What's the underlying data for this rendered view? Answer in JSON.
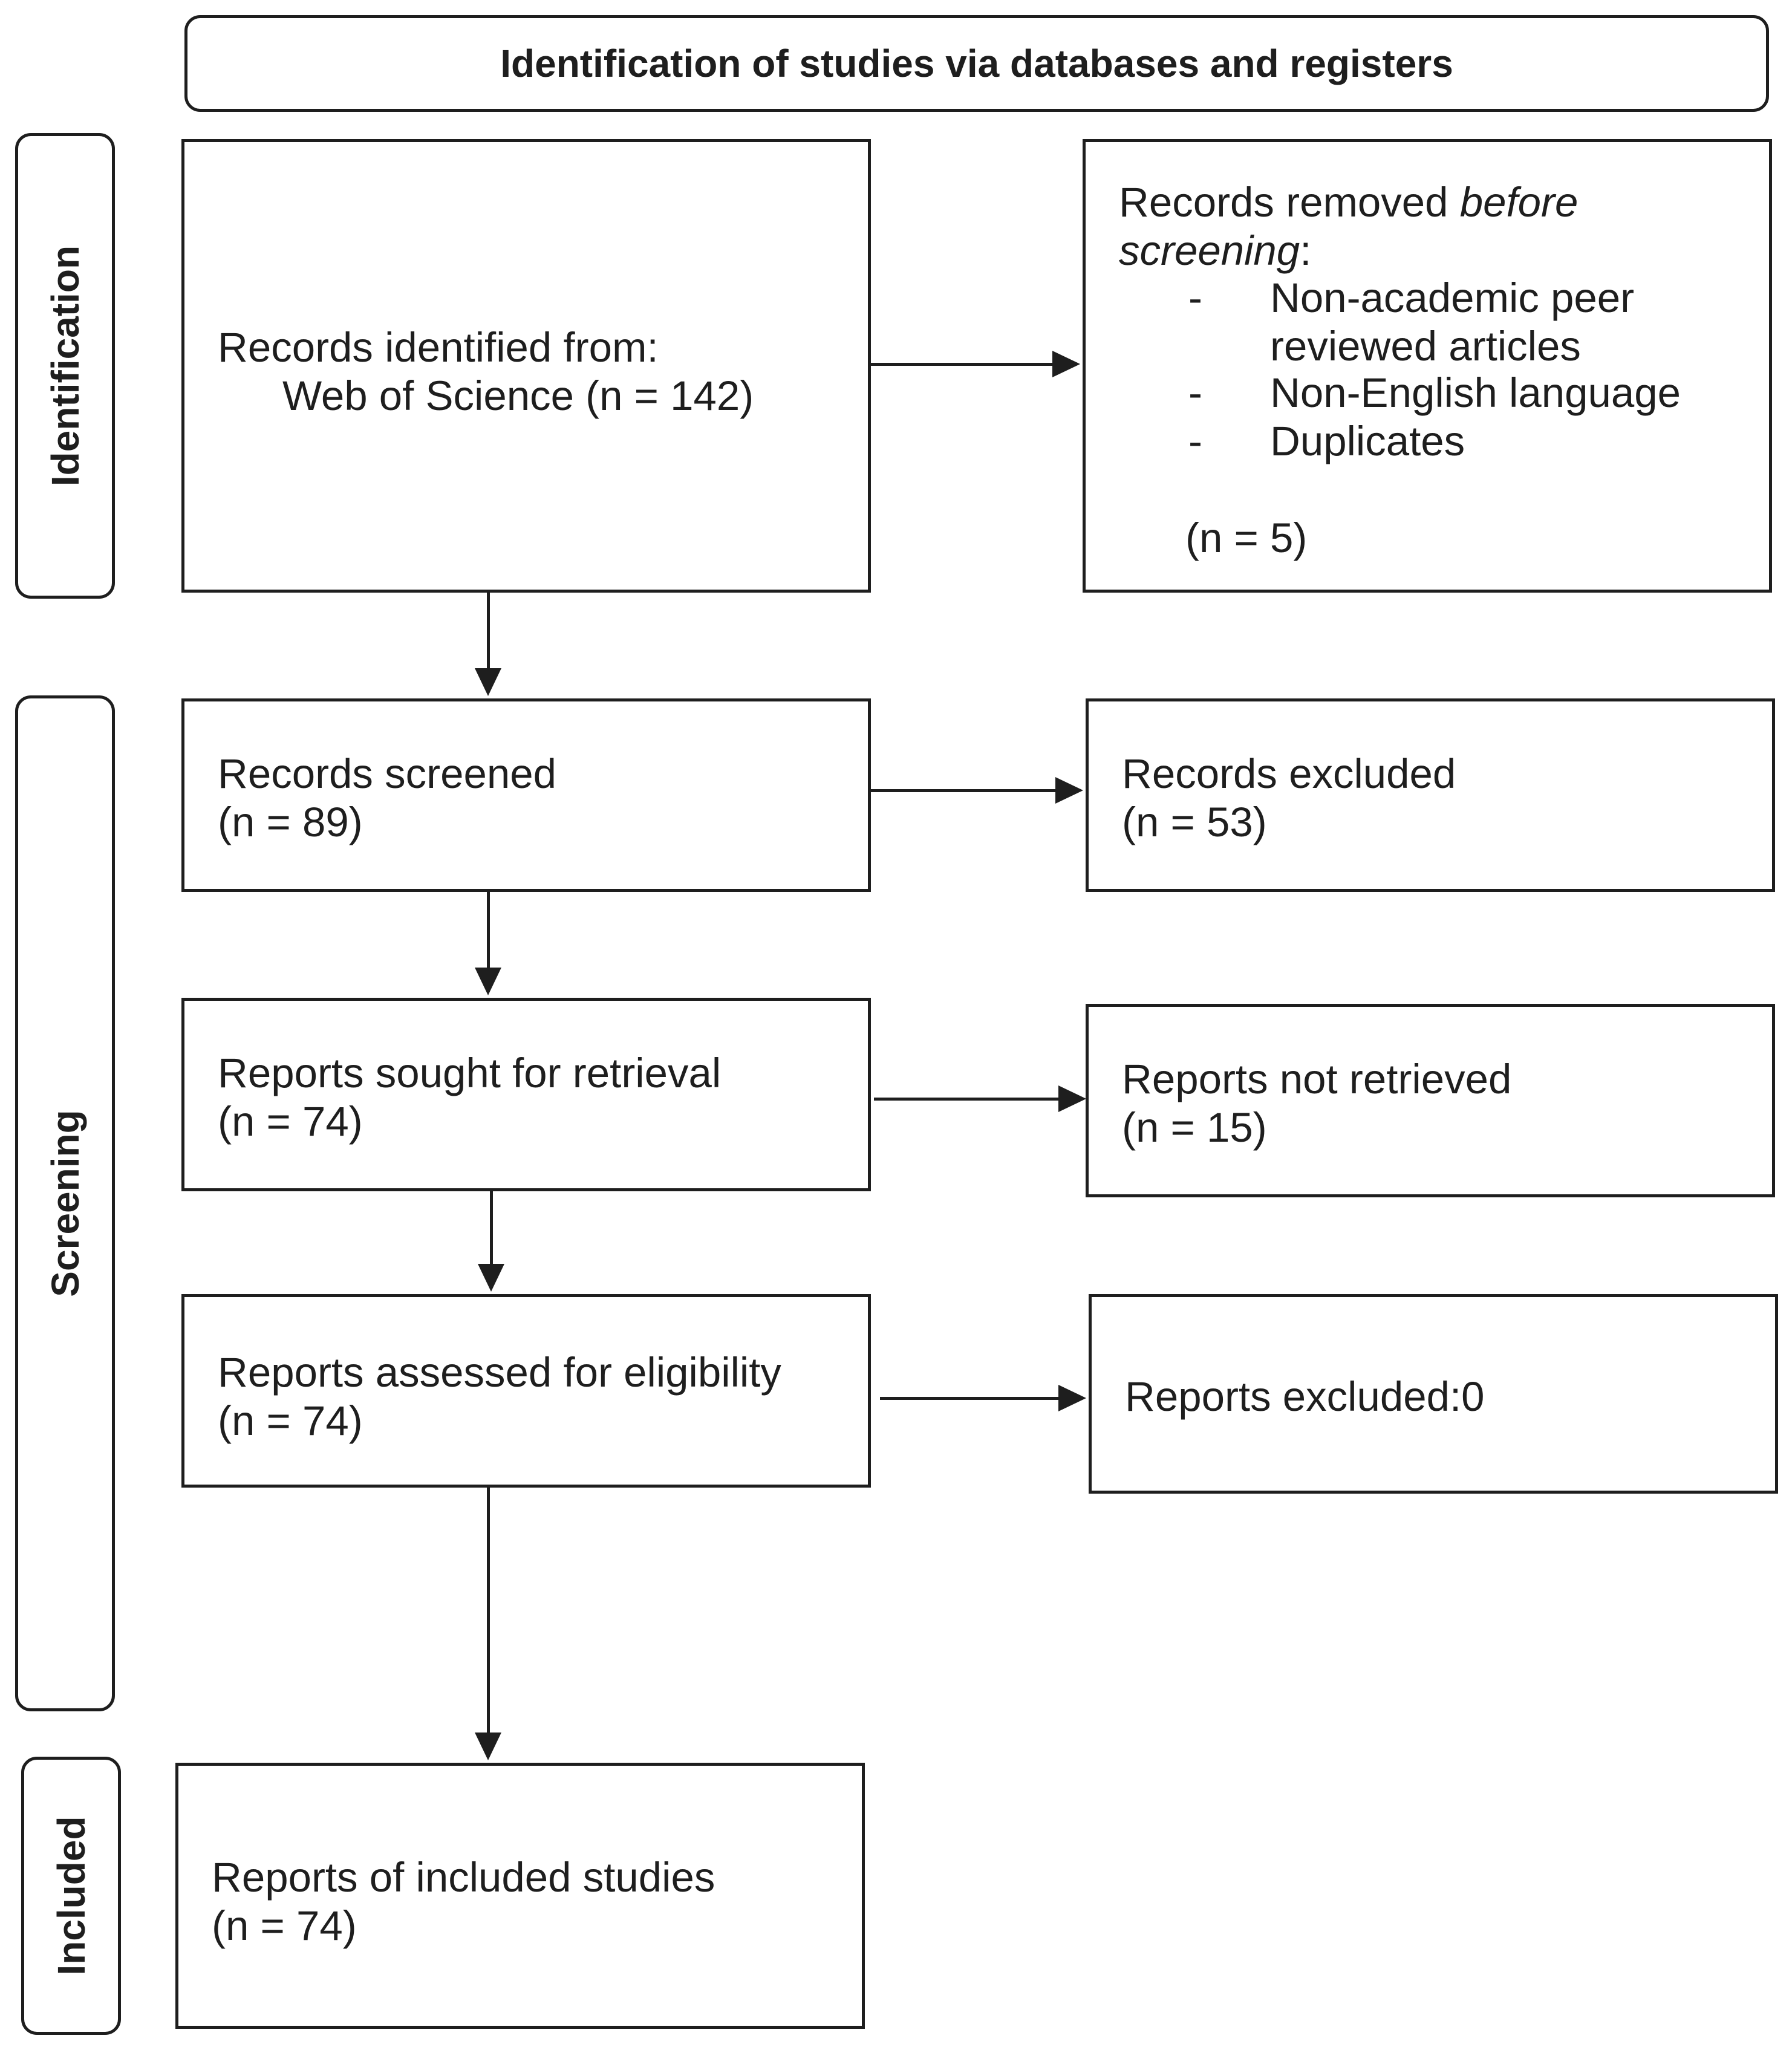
{
  "header": {
    "title": "Identification of studies via databases and registers"
  },
  "phases": {
    "identification": "Identification",
    "screening": "Screening",
    "included": "Included"
  },
  "identified": {
    "line1": "Records identified from:",
    "line2": "Web of Science (n = 142)"
  },
  "removed": {
    "line1_prefix": "Records removed ",
    "line1_italic": "before",
    "line2_italic": "screening",
    "line2_suffix": ":",
    "dash": "-",
    "item1_line1": "Non-academic peer",
    "item1_line2": "reviewed articles",
    "item2": "Non-English language",
    "item3": "Duplicates",
    "count": "(n = 5)"
  },
  "screened": {
    "line1": "Records screened",
    "line2": "(n = 89)"
  },
  "excluded": {
    "line1": "Records excluded",
    "line2": "(n = 53)"
  },
  "sought": {
    "line1": "Reports sought for retrieval",
    "line2": "(n = 74)"
  },
  "not_retrieved": {
    "line1": "Reports not retrieved",
    "line2": "(n = 15)"
  },
  "assessed": {
    "line1": "Reports assessed for eligibility",
    "line2": "(n = 74)"
  },
  "reports_excluded": {
    "line1": "Reports excluded:0"
  },
  "included_studies": {
    "line1": "Reports of included studies",
    "line2": "(n = 74)"
  }
}
